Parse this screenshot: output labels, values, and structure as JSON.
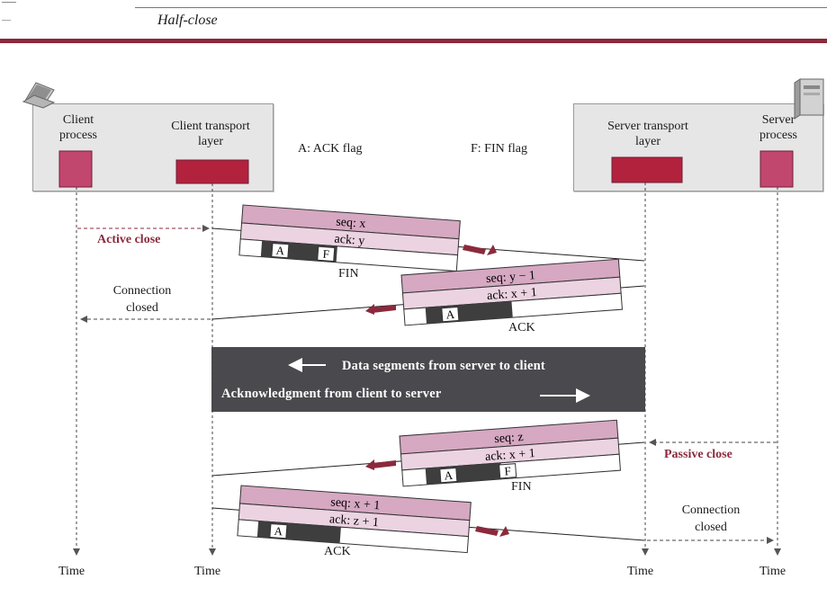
{
  "header": {
    "title": "Half-close"
  },
  "client": {
    "process_label": "Client\nprocess",
    "transport_label": "Client transport\nlayer"
  },
  "server": {
    "transport_label": "Server transport\nlayer",
    "process_label": "Server\nprocess"
  },
  "legend": {
    "ack_flag": "A: ACK flag",
    "fin_flag": "F: FIN flag"
  },
  "segments": [
    {
      "seq": "seq: x",
      "ack": "ack: y",
      "flags": [
        "A",
        "F"
      ],
      "caption": "FIN"
    },
    {
      "seq": "seq: y − 1",
      "ack": "ack: x + 1",
      "flags": [
        "A"
      ],
      "caption": "ACK"
    },
    {
      "seq": "seq: z",
      "ack": "ack: x + 1",
      "flags": [
        "A",
        "F"
      ],
      "caption": "FIN"
    },
    {
      "seq": "seq: x + 1",
      "ack": "ack: z + 1",
      "flags": [
        "A"
      ],
      "caption": "ACK"
    }
  ],
  "notes": {
    "active_close": "Active close",
    "connection_closed_client": "Connection\nclosed",
    "passive_close": "Passive close",
    "connection_closed_server": "Connection\nclosed"
  },
  "data_phase": {
    "server_to_client": "Data segments from server to client",
    "client_to_server": "Acknowledgment from client to server"
  },
  "time_labels": [
    "Time",
    "Time",
    "Time",
    "Time"
  ],
  "colors": {
    "accent": "#8b2a3c",
    "seg_top": "#d6a8c2",
    "seg_mid": "#ecd3e1",
    "dark_band": "#4a4a4e"
  },
  "icons": {
    "client": "laptop-icon",
    "server": "server-tower-icon"
  }
}
